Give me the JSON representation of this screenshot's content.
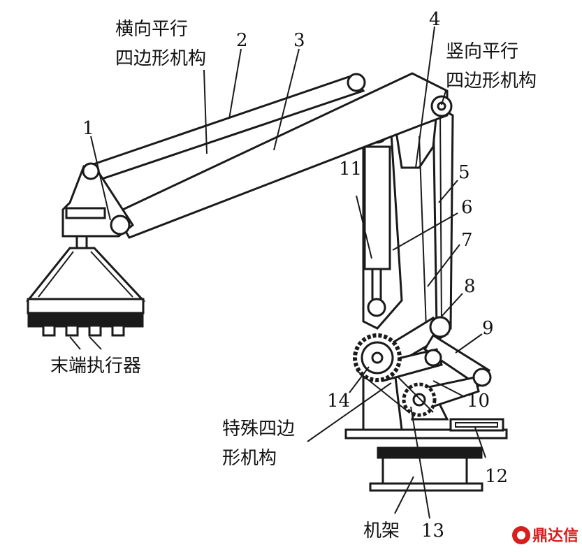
{
  "labels": {
    "horizontal_parallelogram": [
      "横向平行",
      "四边形机构"
    ],
    "vertical_parallelogram": [
      "竖向平行",
      "四边形机构"
    ],
    "special_quadrilateral": [
      "特殊四边",
      "形机构"
    ],
    "end_effector": "末端执行器",
    "frame": "机架"
  },
  "part_numbers": [
    "1",
    "2",
    "3",
    "4",
    "5",
    "6",
    "7",
    "8",
    "9",
    "10",
    "11",
    "12",
    "13",
    "14"
  ],
  "watermark": {
    "text": "鼎达信",
    "color": "#d81e1e"
  }
}
